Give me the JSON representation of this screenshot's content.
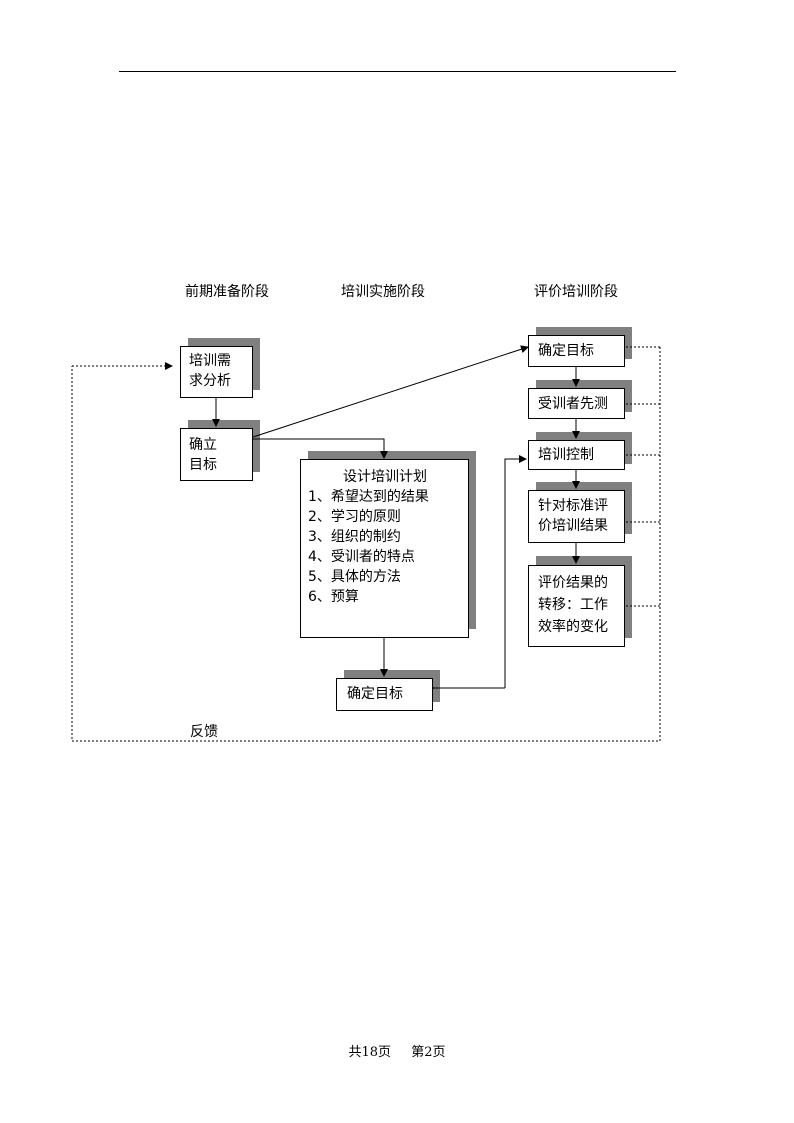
{
  "stages": {
    "preparation": "前期准备阶段",
    "implementation": "培训实施阶段",
    "evaluation": "评价培训阶段"
  },
  "left_boxes": {
    "needs_analysis": [
      "培训需",
      "求分析"
    ],
    "set_goals": [
      "确立",
      "目标"
    ]
  },
  "plan": {
    "title": "设计培训计划",
    "items": [
      "1、希望达到的结果",
      "2、学习的原则",
      "3、组织的制约",
      "4、受训者的特点",
      "5、具体的方法",
      "6、预算"
    ]
  },
  "bottom_box": "确定目标",
  "right_boxes": {
    "determine_goals": "确定目标",
    "pretest": "受训者先测",
    "control": "培训控制",
    "evaluate_results": [
      "针对标准评",
      "价培训结果"
    ],
    "transfer": [
      "评价结果的",
      "转移：工作",
      "效率的变化"
    ]
  },
  "feedback_label": "反馈",
  "footer": {
    "total": "共18页",
    "current": "第2页"
  }
}
